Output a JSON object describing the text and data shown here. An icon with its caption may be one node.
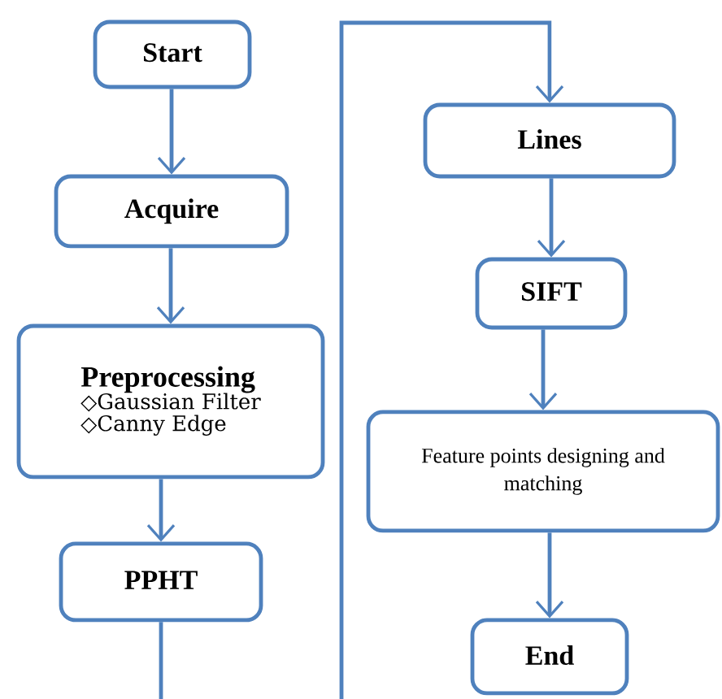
{
  "diagram": {
    "nodes": [
      {
        "text": [
          "Start"
        ]
      },
      {
        "text": [
          "Acquire"
        ]
      },
      {
        "text": [
          "Preprocessing",
          "◇Gaussian Filter",
          "◇Canny Edge"
        ]
      },
      {
        "text": [
          "PPHT"
        ]
      },
      {
        "text": [
          "Lines"
        ]
      },
      {
        "text": [
          "SIFT"
        ]
      },
      {
        "text": [
          "Feature points designing and matching"
        ]
      },
      {
        "text": [
          "End"
        ]
      }
    ],
    "edges": [
      {
        "from": 0,
        "to": 1,
        "arrow": "to"
      },
      {
        "from": 1,
        "to": 2,
        "arrow": "to"
      },
      {
        "from": 2,
        "to": 3,
        "arrow": "to"
      },
      {
        "from": 3,
        "to": 4,
        "arrow": "to"
      },
      {
        "from": 4,
        "to": 5,
        "arrow": "to"
      },
      {
        "from": 5,
        "to": 6,
        "arrow": "to"
      },
      {
        "from": 6,
        "to": 7,
        "arrow": "to"
      }
    ]
  }
}
